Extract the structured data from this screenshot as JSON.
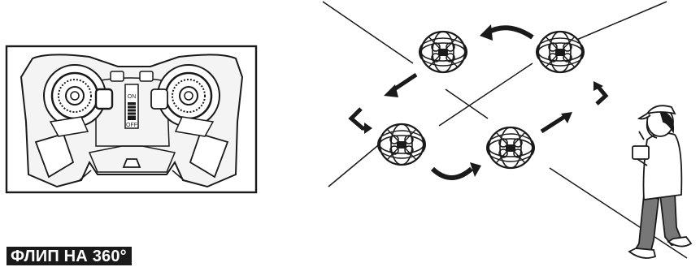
{
  "title": "ФЛИП НА 360°",
  "remote": {
    "switch_on_label": "ON",
    "switch_off_label": "OFF"
  },
  "colors": {
    "ink": "#1a1a1a",
    "paper": "#ffffff",
    "shirt": "#ffffff",
    "pants": "#777777",
    "controller_fill": "#f4f4f4"
  },
  "icons": [
    "controller-icon",
    "drone-icon",
    "flip-arrow-icon",
    "pilot-figure"
  ]
}
